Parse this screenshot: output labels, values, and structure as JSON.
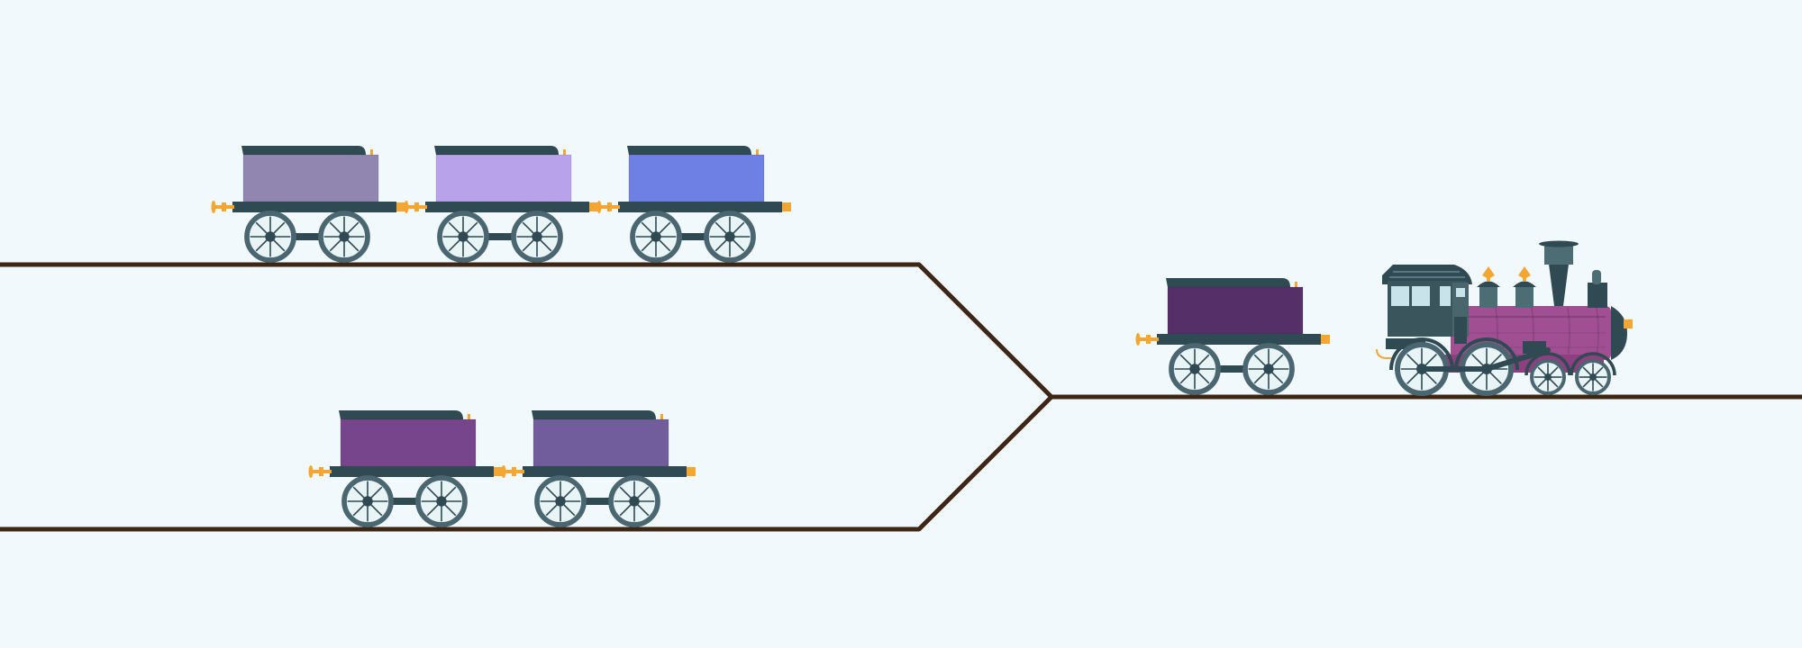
{
  "scene": {
    "background": "#f1f9fc",
    "track_color": "#3d2616",
    "frame_color": "#2f4a52",
    "wheel_rim_color": "#4a6670",
    "coupler_color": "#f4a632"
  },
  "tracks": [
    {
      "id": "upper-siding",
      "direction": "left"
    },
    {
      "id": "lower-siding",
      "direction": "left"
    },
    {
      "id": "main-line",
      "direction": "right"
    }
  ],
  "wagons": [
    {
      "id": "wagon-grey-purple",
      "track": "upper-siding",
      "order": 1,
      "color": "#9186b0"
    },
    {
      "id": "wagon-lavender",
      "track": "upper-siding",
      "order": 2,
      "color": "#b8a3ea"
    },
    {
      "id": "wagon-periwinkle",
      "track": "upper-siding",
      "order": 3,
      "color": "#6f80e4"
    },
    {
      "id": "wagon-plum",
      "track": "lower-siding",
      "order": 1,
      "color": "#76458c"
    },
    {
      "id": "wagon-violet",
      "track": "lower-siding",
      "order": 2,
      "color": "#725d9c"
    },
    {
      "id": "wagon-eggplant",
      "track": "main-line",
      "order": 1,
      "color": "#552f68"
    }
  ],
  "locomotive": {
    "body_color": "#a04f92",
    "cab_color": "#3a555c",
    "window_color": "#c8e3ea",
    "dome_color": "#4d6d75",
    "accent_color": "#f4a632"
  }
}
